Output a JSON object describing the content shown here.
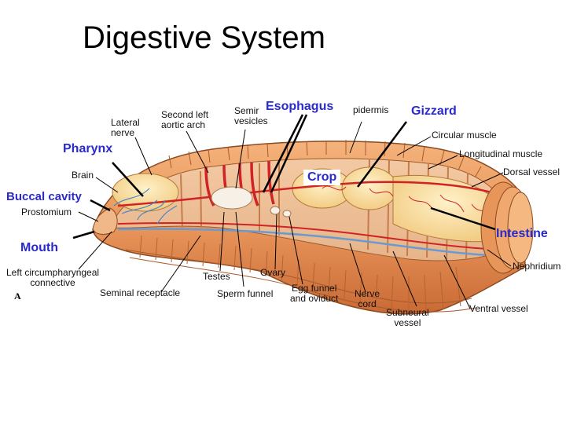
{
  "title": "Digestive System",
  "figure_letter": "A",
  "highlight_labels": {
    "esophagus": "Esophagus",
    "gizzard": "Gizzard",
    "pharynx": "Pharynx",
    "crop": "Crop",
    "buccal_cavity": "Buccal cavity",
    "intestine": "Intestine",
    "mouth": "Mouth"
  },
  "labels": {
    "lateral_nerve": "Lateral\nnerve",
    "second_left_aortic_arch": "Second left\naortic arch",
    "seminal_vesicles": "Semir\nvesicles",
    "epidermis": "pidermis",
    "circular_muscle": "Circular muscle",
    "longitudinal_muscle": "Longitudinal muscle",
    "dorsal_vessel": "Dorsal vessel",
    "brain": "Brain",
    "prostomium": "Prostomium",
    "nephridium": "Nephridium",
    "left_circumpharyngeal": "Left circumpharyngeal\nconnective",
    "seminal_receptacle": "Seminal receptacle",
    "testes": "Testes",
    "sperm_funnel": "Sperm funnel",
    "ovary": "Ovary",
    "egg_funnel": "Egg funnel\nand oviduct",
    "nerve_cord": "Nerve\ncord",
    "subneural_vessel": "Subneural\nvessel",
    "ventral_vessel": "Ventral vessel"
  }
}
